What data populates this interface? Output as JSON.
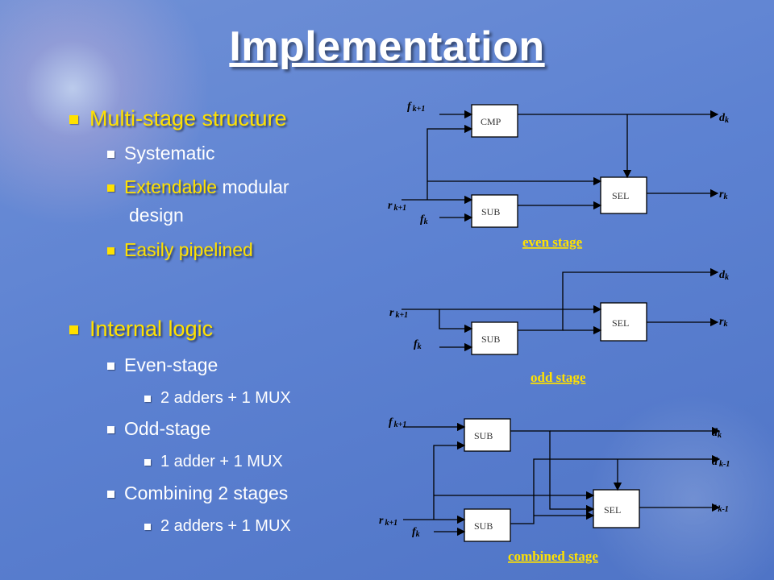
{
  "title": "Implementation",
  "left": {
    "multistage": {
      "heading": "Multi-stage structure",
      "systematic": "Systematic",
      "extendable_hl": "Extendable",
      "extendable_rest": " modular",
      "extendable_rest2": "design",
      "pipelined": "Easily pipelined"
    },
    "internal": {
      "heading": "Internal logic",
      "even": "Even-stage",
      "even_detail": "2 adders + 1 MUX",
      "odd": "Odd-stage",
      "odd_detail": "1 adder + 1 MUX",
      "comb": "Combining 2 stages",
      "comb_detail": "2 adders + 1 MUX"
    }
  },
  "diagrams": {
    "even": {
      "caption": "even stage",
      "cmp": "CMP",
      "sub": "SUB",
      "sel": "SEL",
      "f_in": "f",
      "f_in_sub": "k+1",
      "r_in": "r",
      "r_in_sub": "k+1",
      "fk": "f",
      "fk_sub": "k",
      "d_out": "d",
      "d_out_sub": "k",
      "r_out": "r",
      "r_out_sub": "k"
    },
    "odd": {
      "caption": "odd stage",
      "sub": "SUB",
      "sel": "SEL",
      "r_in": "r",
      "r_in_sub": "k+1",
      "fk": "f",
      "fk_sub": "k",
      "d_out": "d",
      "d_out_sub": "k",
      "r_out": "r",
      "r_out_sub": "k"
    },
    "combined": {
      "caption": "combined stage",
      "sub1": "SUB",
      "sub2": "SUB",
      "sel": "SEL",
      "f_in": "f",
      "f_in_sub": "k+1",
      "r_in": "r",
      "r_in_sub": "k+1",
      "fk": "f",
      "fk_sub": "k",
      "dk": "d",
      "dk_sub": "k",
      "dk1": "d",
      "dk1_sub": "k-1",
      "rk1": "r",
      "rk1_sub": "k-1"
    }
  },
  "colors": {
    "background": "#5d82d2",
    "highlight": "#ffe100",
    "text": "#ffffff",
    "block": "#ffffff"
  }
}
